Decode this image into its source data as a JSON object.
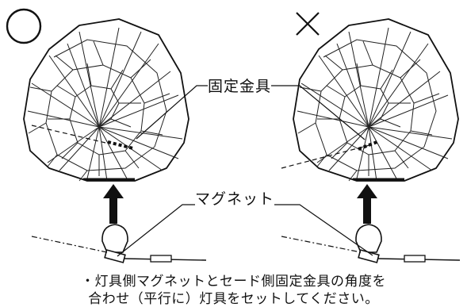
{
  "marks": {
    "correct": "○",
    "incorrect": "×"
  },
  "labels": {
    "fixing_bracket": "固定金具",
    "magnet": "マグネット"
  },
  "note": {
    "line1": "・灯具側マグネットとセード側固定金具の角度を",
    "line2": "合わせ（平行に）灯具をセットしてください。"
  }
}
